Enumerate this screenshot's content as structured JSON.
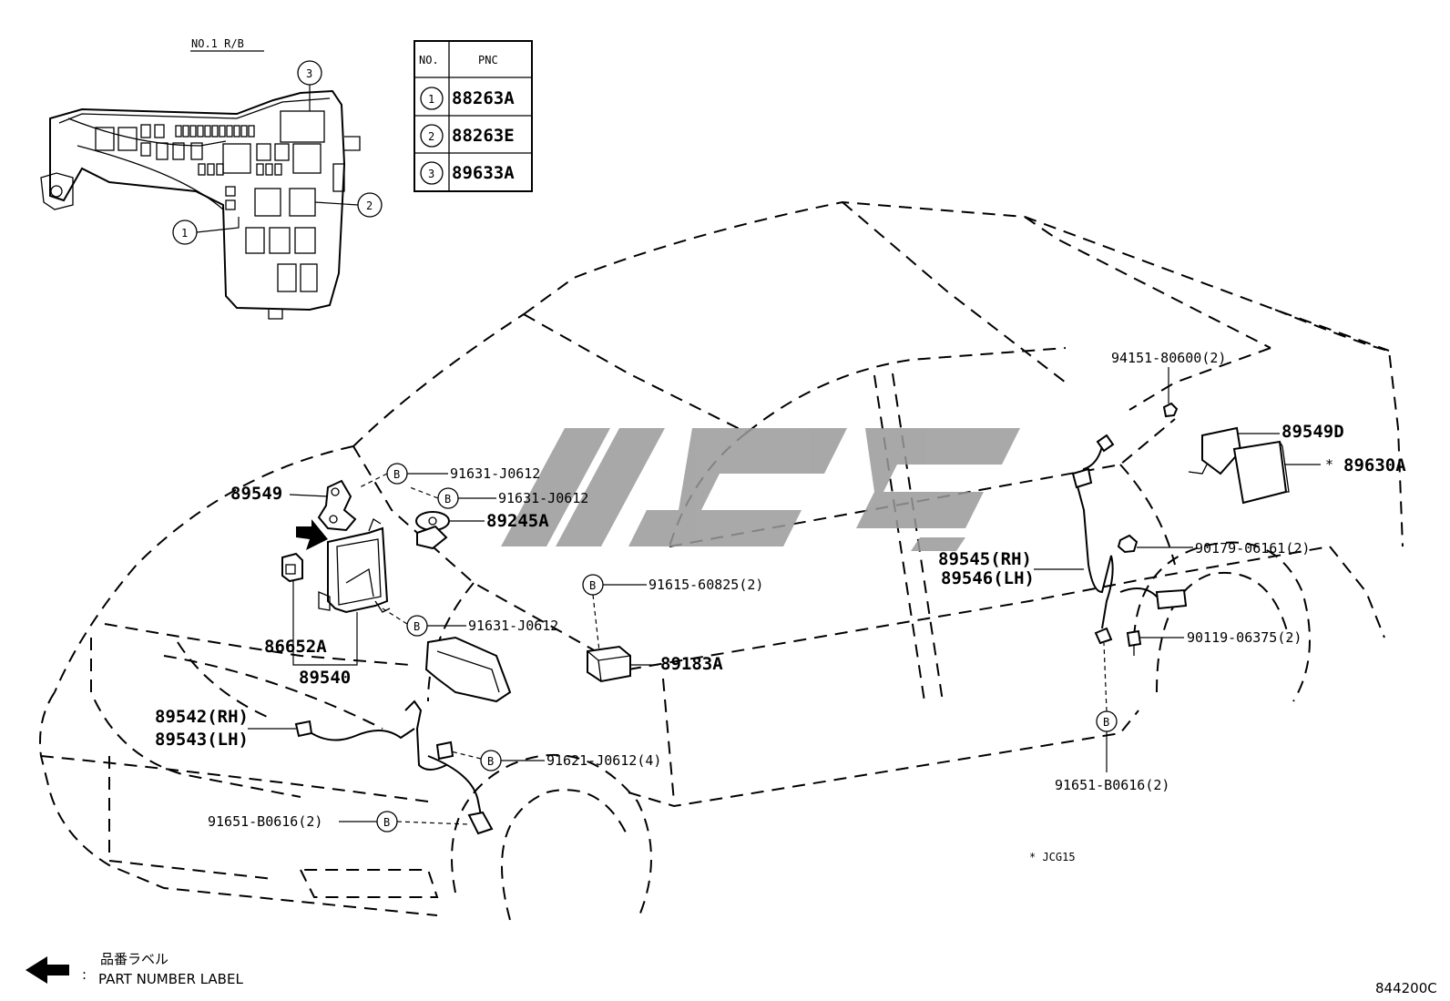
{
  "fuse_box": {
    "title": "NO.1 R/B",
    "callouts": [
      "1",
      "2",
      "3"
    ]
  },
  "pnc_table": {
    "header_no": "NO.",
    "header_pnc": "PNC",
    "rows": [
      {
        "no": "1",
        "pnc": "88263A"
      },
      {
        "no": "2",
        "pnc": "88263E"
      },
      {
        "no": "3",
        "pnc": "89633A"
      }
    ]
  },
  "parts": {
    "p89549": "89549",
    "p91631_a": "91631-J0612",
    "p91631_b": "91631-J0612",
    "p89245A": "89245A",
    "p86652A": "86652A",
    "p89540": "89540",
    "p91631_c": "91631-J0612",
    "p91615": "91615-60825(2)",
    "p89183A": "89183A",
    "p89542": "89542(RH)",
    "p89543": "89543(LH)",
    "p91621": "91621-J0612(4)",
    "p91651_front": "91651-B0616(2)",
    "p94151": "94151-80600(2)",
    "p89549D": "89549D",
    "p89630A": "89630A",
    "p89545": "89545(RH)",
    "p89546": "89546(LH)",
    "p90179": "90179-06161(2)",
    "p90119": "90119-06375(2)",
    "p91651_rear": "91651-B0616(2)"
  },
  "bolt_marker": "B",
  "star_mark": "*",
  "note_star": "* JCG15",
  "legend": {
    "line1": "品番ラベル",
    "line2": "PART NUMBER LABEL",
    "colon": ":"
  },
  "figure_code": "844200C",
  "watermark_color": "#9a9a9a"
}
